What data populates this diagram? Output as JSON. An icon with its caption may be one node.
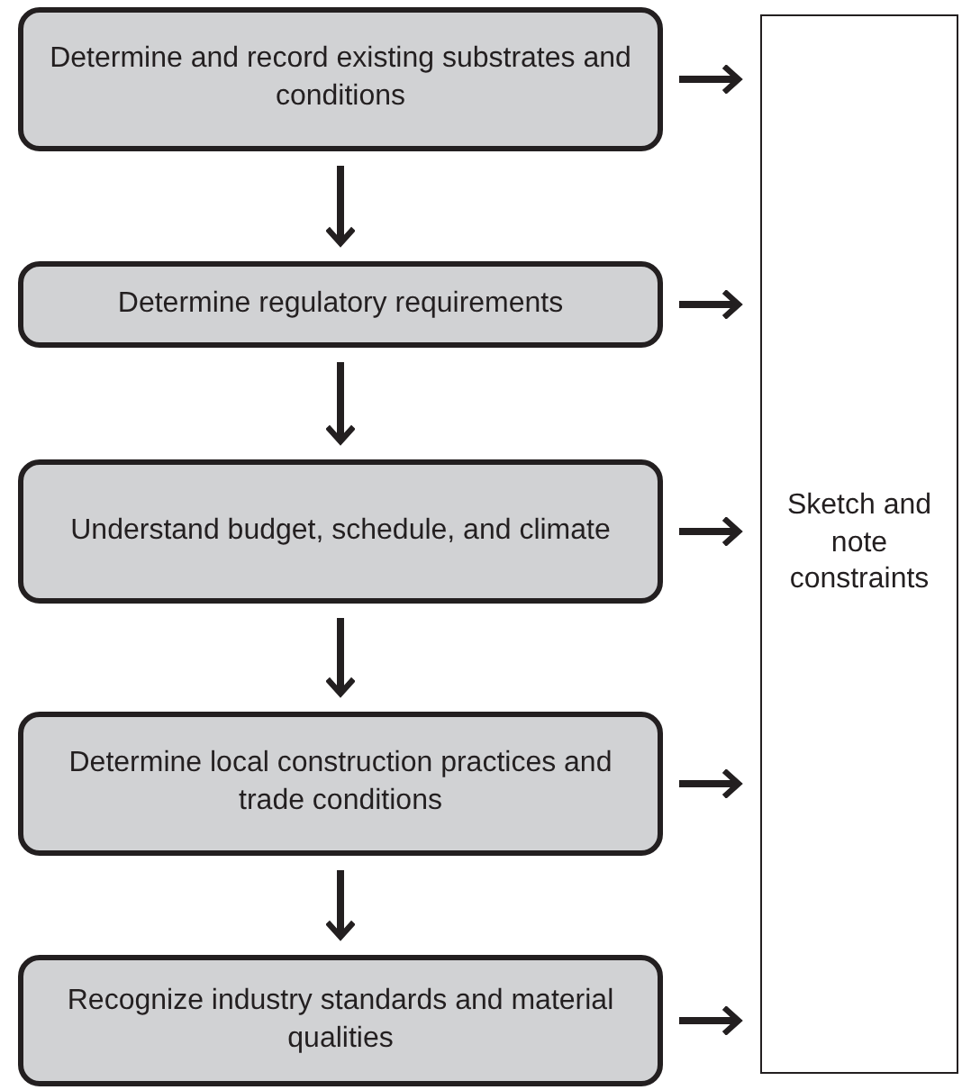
{
  "diagram": {
    "nodes": [
      {
        "text": [
          "Determine and record existing substrates and conditions"
        ]
      },
      {
        "text": [
          "Determine regulatory requirements"
        ]
      },
      {
        "text": [
          "Understand budget, schedule, and climate"
        ]
      },
      {
        "text": [
          "Determine local construction practices and trade conditions"
        ]
      },
      {
        "text": [
          "Recognize industry standards and material qualities"
        ]
      },
      {
        "text": [
          "Sketch and note constraints"
        ]
      }
    ],
    "edges": [
      {
        "from": 0,
        "to": 1,
        "arrow": "to"
      },
      {
        "from": 1,
        "to": 2,
        "arrow": "to"
      },
      {
        "from": 2,
        "to": 3,
        "arrow": "to"
      },
      {
        "from": 3,
        "to": 4,
        "arrow": "to"
      },
      {
        "from": 0,
        "to": 5,
        "arrow": "to"
      },
      {
        "from": 1,
        "to": 5,
        "arrow": "to"
      },
      {
        "from": 2,
        "to": 5,
        "arrow": "to"
      },
      {
        "from": 3,
        "to": 5,
        "arrow": "to"
      },
      {
        "from": 4,
        "to": 5,
        "arrow": "to"
      }
    ]
  }
}
